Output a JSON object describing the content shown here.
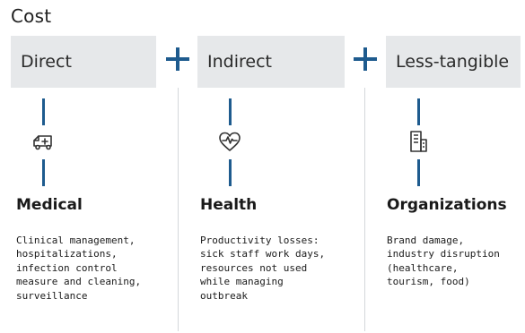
{
  "title": "Cost",
  "operator": "+",
  "columns": [
    {
      "header": "Direct",
      "icon": "ambulance-icon",
      "category": "Medical",
      "description": "Clinical management,\nhospitalizations,\ninfection control\nmeasure and cleaning,\nsurveillance"
    },
    {
      "header": "Indirect",
      "icon": "heart-pulse-icon",
      "category": "Health",
      "description": "Productivity losses:\nsick staff work days,\nresources not used\nwhile managing\noutbreak"
    },
    {
      "header": "Less-tangible",
      "icon": "building-icon",
      "category": "Organizations",
      "description": "Brand damage,\nindustry disruption\n(healthcare,\ntourism, food)"
    }
  ],
  "colors": {
    "accent": "#1e5b8e",
    "header_bg": "#e6e8ea",
    "divider": "#d4d7db",
    "text": "#1a1a1a"
  }
}
